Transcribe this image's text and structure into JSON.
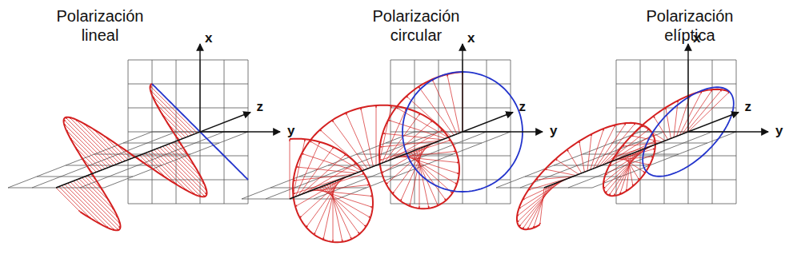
{
  "diagram": {
    "labels": [
      "Polarización lineal",
      "x",
      "z",
      "y",
      "Polarización circular",
      "x",
      "z",
      "y",
      "Polarización elíptica",
      "x",
      "z",
      "y"
    ]
  }
}
